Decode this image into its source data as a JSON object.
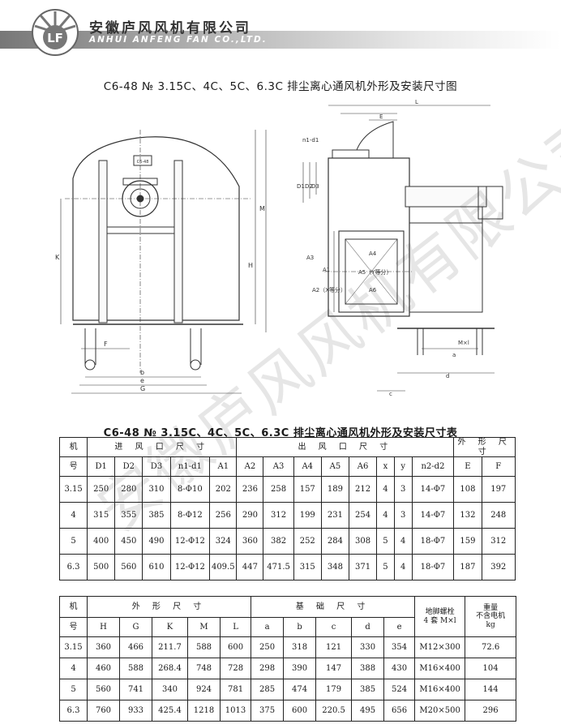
{
  "header": {
    "logo_letters": "LF",
    "company_cn": "安徽庐风风机有限公司",
    "company_en": "ANHUI ANFENG FAN CO.,LTD."
  },
  "drawing_title": "C6-48 № 3.15C、4C、5C、6.3C 排尘离心通风机外形及安装尺寸图",
  "table_title": "C6-48 № 3.15C、4C、5C、6.3C 排尘离心通风机外形及安装尺寸表",
  "watermark": "安徽庐风风机有限公司",
  "drawing_labels": {
    "nameplate": "C6-48",
    "n1d1": "n1-d1",
    "D1": "D1",
    "D2": "D2",
    "D3": "D3",
    "E": "E",
    "L": "L",
    "M": "M",
    "H": "H",
    "K": "K",
    "F": "F",
    "b": "b",
    "e": "e",
    "G": "G",
    "c": "c",
    "a": "a",
    "d": "d",
    "Mxl": "M×l",
    "A1": "A1",
    "A2": "A2（X等分）",
    "A3": "A3",
    "A4": "A4",
    "A5": "A5（Y等分）",
    "A6": "A6"
  },
  "table1": {
    "group_headers": {
      "no": "机",
      "no2": "号",
      "inlet": "进 风 口 尺 寸",
      "outlet": "出 风 口 尺 寸",
      "outline": "外 形 尺 寸"
    },
    "columns": [
      "D1",
      "D2",
      "D3",
      "n1-d1",
      "A1",
      "A2",
      "A3",
      "A4",
      "A5",
      "A6",
      "x",
      "y",
      "n2-d2",
      "E",
      "F"
    ],
    "rows": [
      [
        "3.15",
        "250",
        "280",
        "310",
        "8-Φ10",
        "202",
        "236",
        "258",
        "157",
        "189",
        "212",
        "4",
        "3",
        "14-Φ7",
        "108",
        "197"
      ],
      [
        "4",
        "315",
        "355",
        "385",
        "8-Φ12",
        "256",
        "290",
        "312",
        "199",
        "231",
        "254",
        "4",
        "3",
        "14-Φ7",
        "132",
        "248"
      ],
      [
        "5",
        "400",
        "450",
        "490",
        "12-Φ12",
        "324",
        "360",
        "382",
        "252",
        "284",
        "308",
        "5",
        "4",
        "18-Φ7",
        "159",
        "312"
      ],
      [
        "6.3",
        "500",
        "560",
        "610",
        "12-Φ12",
        "409.5",
        "447",
        "471.5",
        "315",
        "348",
        "371",
        "5",
        "4",
        "18-Φ7",
        "187",
        "392"
      ]
    ]
  },
  "table2": {
    "group_headers": {
      "no": "机",
      "no2": "号",
      "outline": "外 形 尺 寸",
      "base": "基 础 尺 寸",
      "bolt1": "地脚螺栓",
      "bolt2": "4 套 M×l",
      "weight1": "重量",
      "weight2": "不含电机",
      "weight3": "kg"
    },
    "columns": [
      "H",
      "G",
      "K",
      "M",
      "L",
      "a",
      "b",
      "c",
      "d",
      "e"
    ],
    "rows": [
      [
        "3.15",
        "360",
        "466",
        "211.7",
        "588",
        "600",
        "250",
        "318",
        "121",
        "330",
        "354",
        "M12×300",
        "72.6"
      ],
      [
        "4",
        "460",
        "588",
        "268.4",
        "748",
        "728",
        "298",
        "390",
        "147",
        "388",
        "430",
        "M16×400",
        "104"
      ],
      [
        "5",
        "560",
        "741",
        "340",
        "924",
        "781",
        "285",
        "474",
        "179",
        "385",
        "524",
        "M16×400",
        "144"
      ],
      [
        "6.3",
        "760",
        "933",
        "425.4",
        "1218",
        "1013",
        "375",
        "600",
        "220.5",
        "495",
        "656",
        "M20×500",
        "296"
      ]
    ]
  }
}
